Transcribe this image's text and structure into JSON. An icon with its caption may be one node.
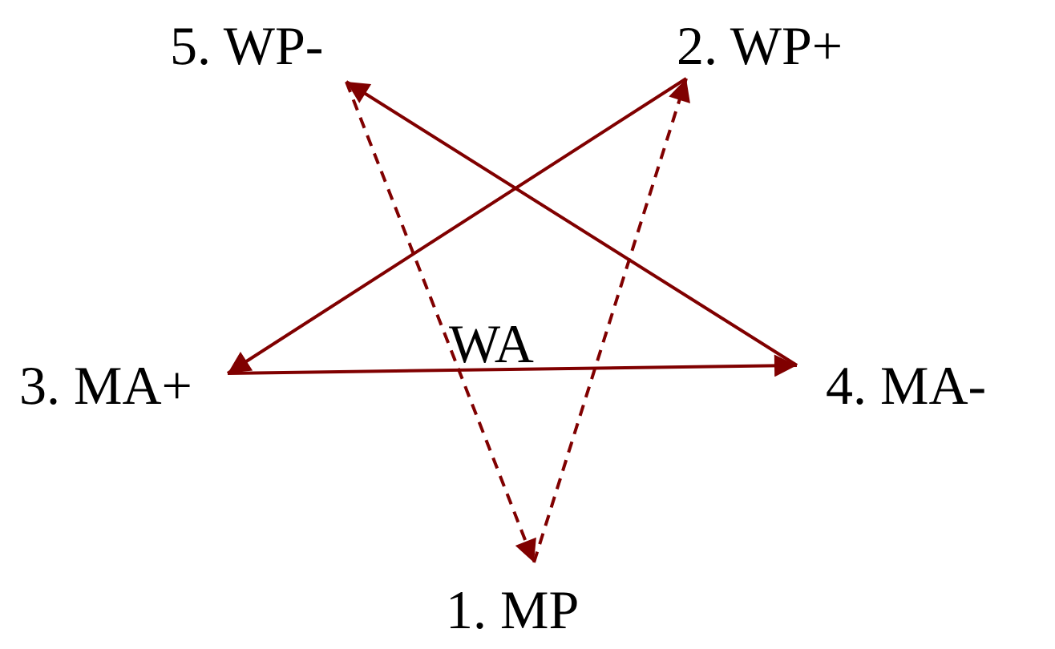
{
  "diagram": {
    "nodes": [
      {
        "text": [
          "5. WP-"
        ]
      },
      {
        "text": [
          "2. WP+"
        ]
      },
      {
        "text": [
          "3. MA+"
        ]
      },
      {
        "text": [
          "4. MA-"
        ]
      },
      {
        "text": [
          "1. MP"
        ]
      }
    ],
    "edges": [
      {
        "from": 0,
        "to": 4,
        "arrow": "to",
        "style": "dashed"
      },
      {
        "from": 4,
        "to": 1,
        "arrow": "to",
        "style": "dashed"
      },
      {
        "from": 1,
        "to": 2,
        "arrow": "to"
      },
      {
        "from": 2,
        "to": 3,
        "arrow": "to"
      },
      {
        "from": 3,
        "to": 0,
        "arrow": "to"
      }
    ],
    "labels": [
      "WA"
    ]
  }
}
